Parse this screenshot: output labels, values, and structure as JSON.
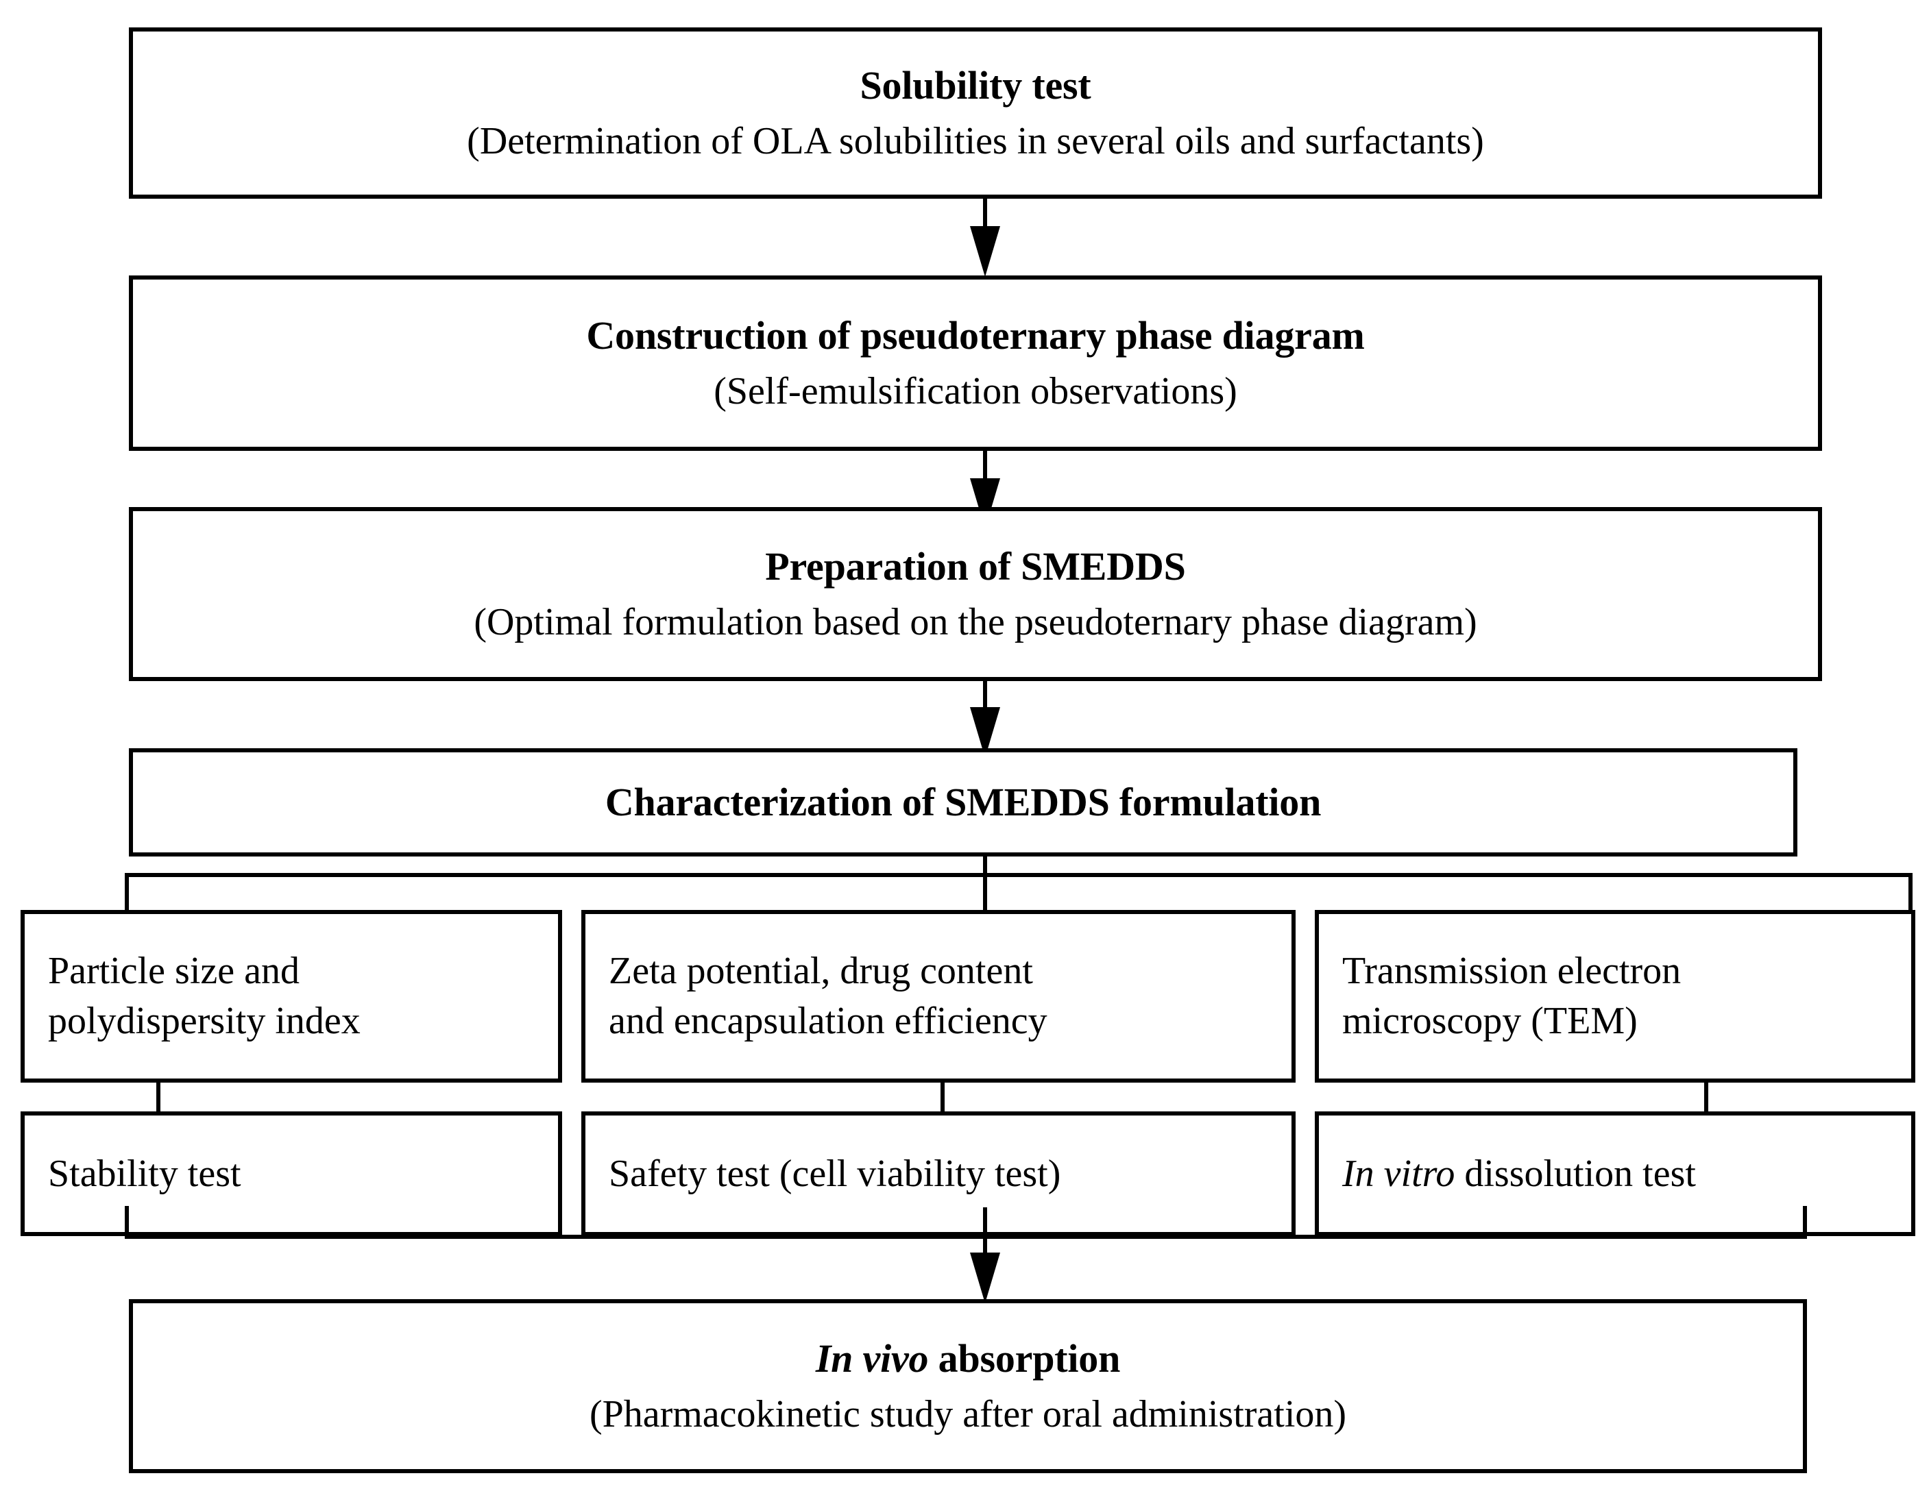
{
  "diagram": {
    "type": "flowchart",
    "title": "SMEDDS development workflow",
    "steps": [
      {
        "id": "solubility-test",
        "title": "Solubility test",
        "subtitle": "(Determination of OLA solubilities in several oils and surfactants)"
      },
      {
        "id": "pseudoternary-phase-diagram",
        "title": "Construction of pseudoternary phase diagram",
        "subtitle": "(Self-emulsification observations)"
      },
      {
        "id": "preparation-of-smedds",
        "title": "Preparation of SMEDDS",
        "subtitle": "(Optimal formulation based on the pseudoternary phase diagram)"
      },
      {
        "id": "characterization-of-smedds",
        "title": "Characterization of SMEDDS formulation",
        "subtitle": ""
      },
      {
        "id": "in-vivo-absorption",
        "title_italic": "In vivo",
        "title_rest": " absorption",
        "subtitle": "(Pharmacokinetic study after oral administration)"
      }
    ],
    "characterization_items": [
      {
        "id": "particle-size-pdi",
        "line1": "Particle size and",
        "line2": "polydispersity index"
      },
      {
        "id": "zeta-potential",
        "line1": "Zeta potential, drug content",
        "line2": "and encapsulation efficiency"
      },
      {
        "id": "tem",
        "line1": "Transmission electron",
        "line2": "microscopy (TEM)"
      },
      {
        "id": "stability-test",
        "line1": "Stability test",
        "line2": ""
      },
      {
        "id": "safety-test",
        "line1": "Safety test (cell viability test)",
        "line2": ""
      },
      {
        "id": "in-vitro-dissolution",
        "line1_italic": "In vitro",
        "line1_rest": " dissolution test",
        "line2": ""
      }
    ],
    "colors": {
      "stroke": "#000000",
      "background": "#ffffff",
      "text": "#000000"
    }
  }
}
